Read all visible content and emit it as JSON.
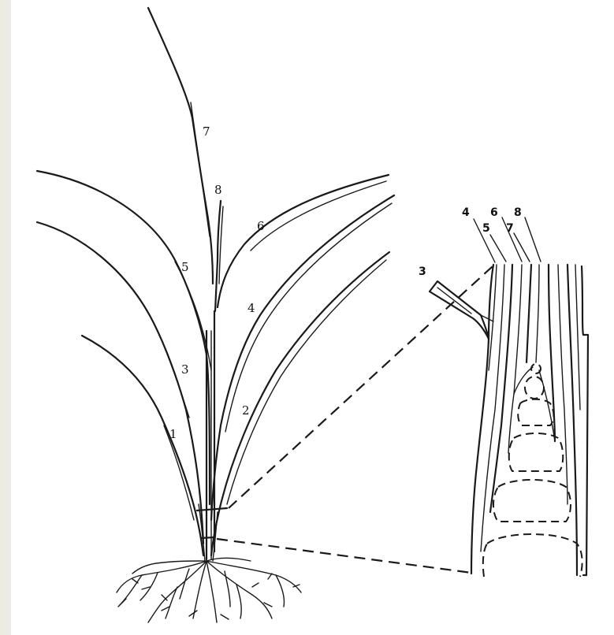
{
  "plant_labels": {
    "leaf_1": "1",
    "leaf_2": "2",
    "leaf_3": "3",
    "leaf_4": "4",
    "leaf_5": "5",
    "leaf_6": "6",
    "leaf_7": "7",
    "leaf_8": "8"
  },
  "detail_labels": {
    "sheath_3": "3",
    "sheath_4": "4",
    "sheath_5": "5",
    "sheath_6": "6",
    "sheath_7": "7",
    "sheath_8": "8"
  },
  "colors": {
    "background": "#ecebe4",
    "paper": "#ffffff",
    "ink": "#1a1a1a"
  }
}
